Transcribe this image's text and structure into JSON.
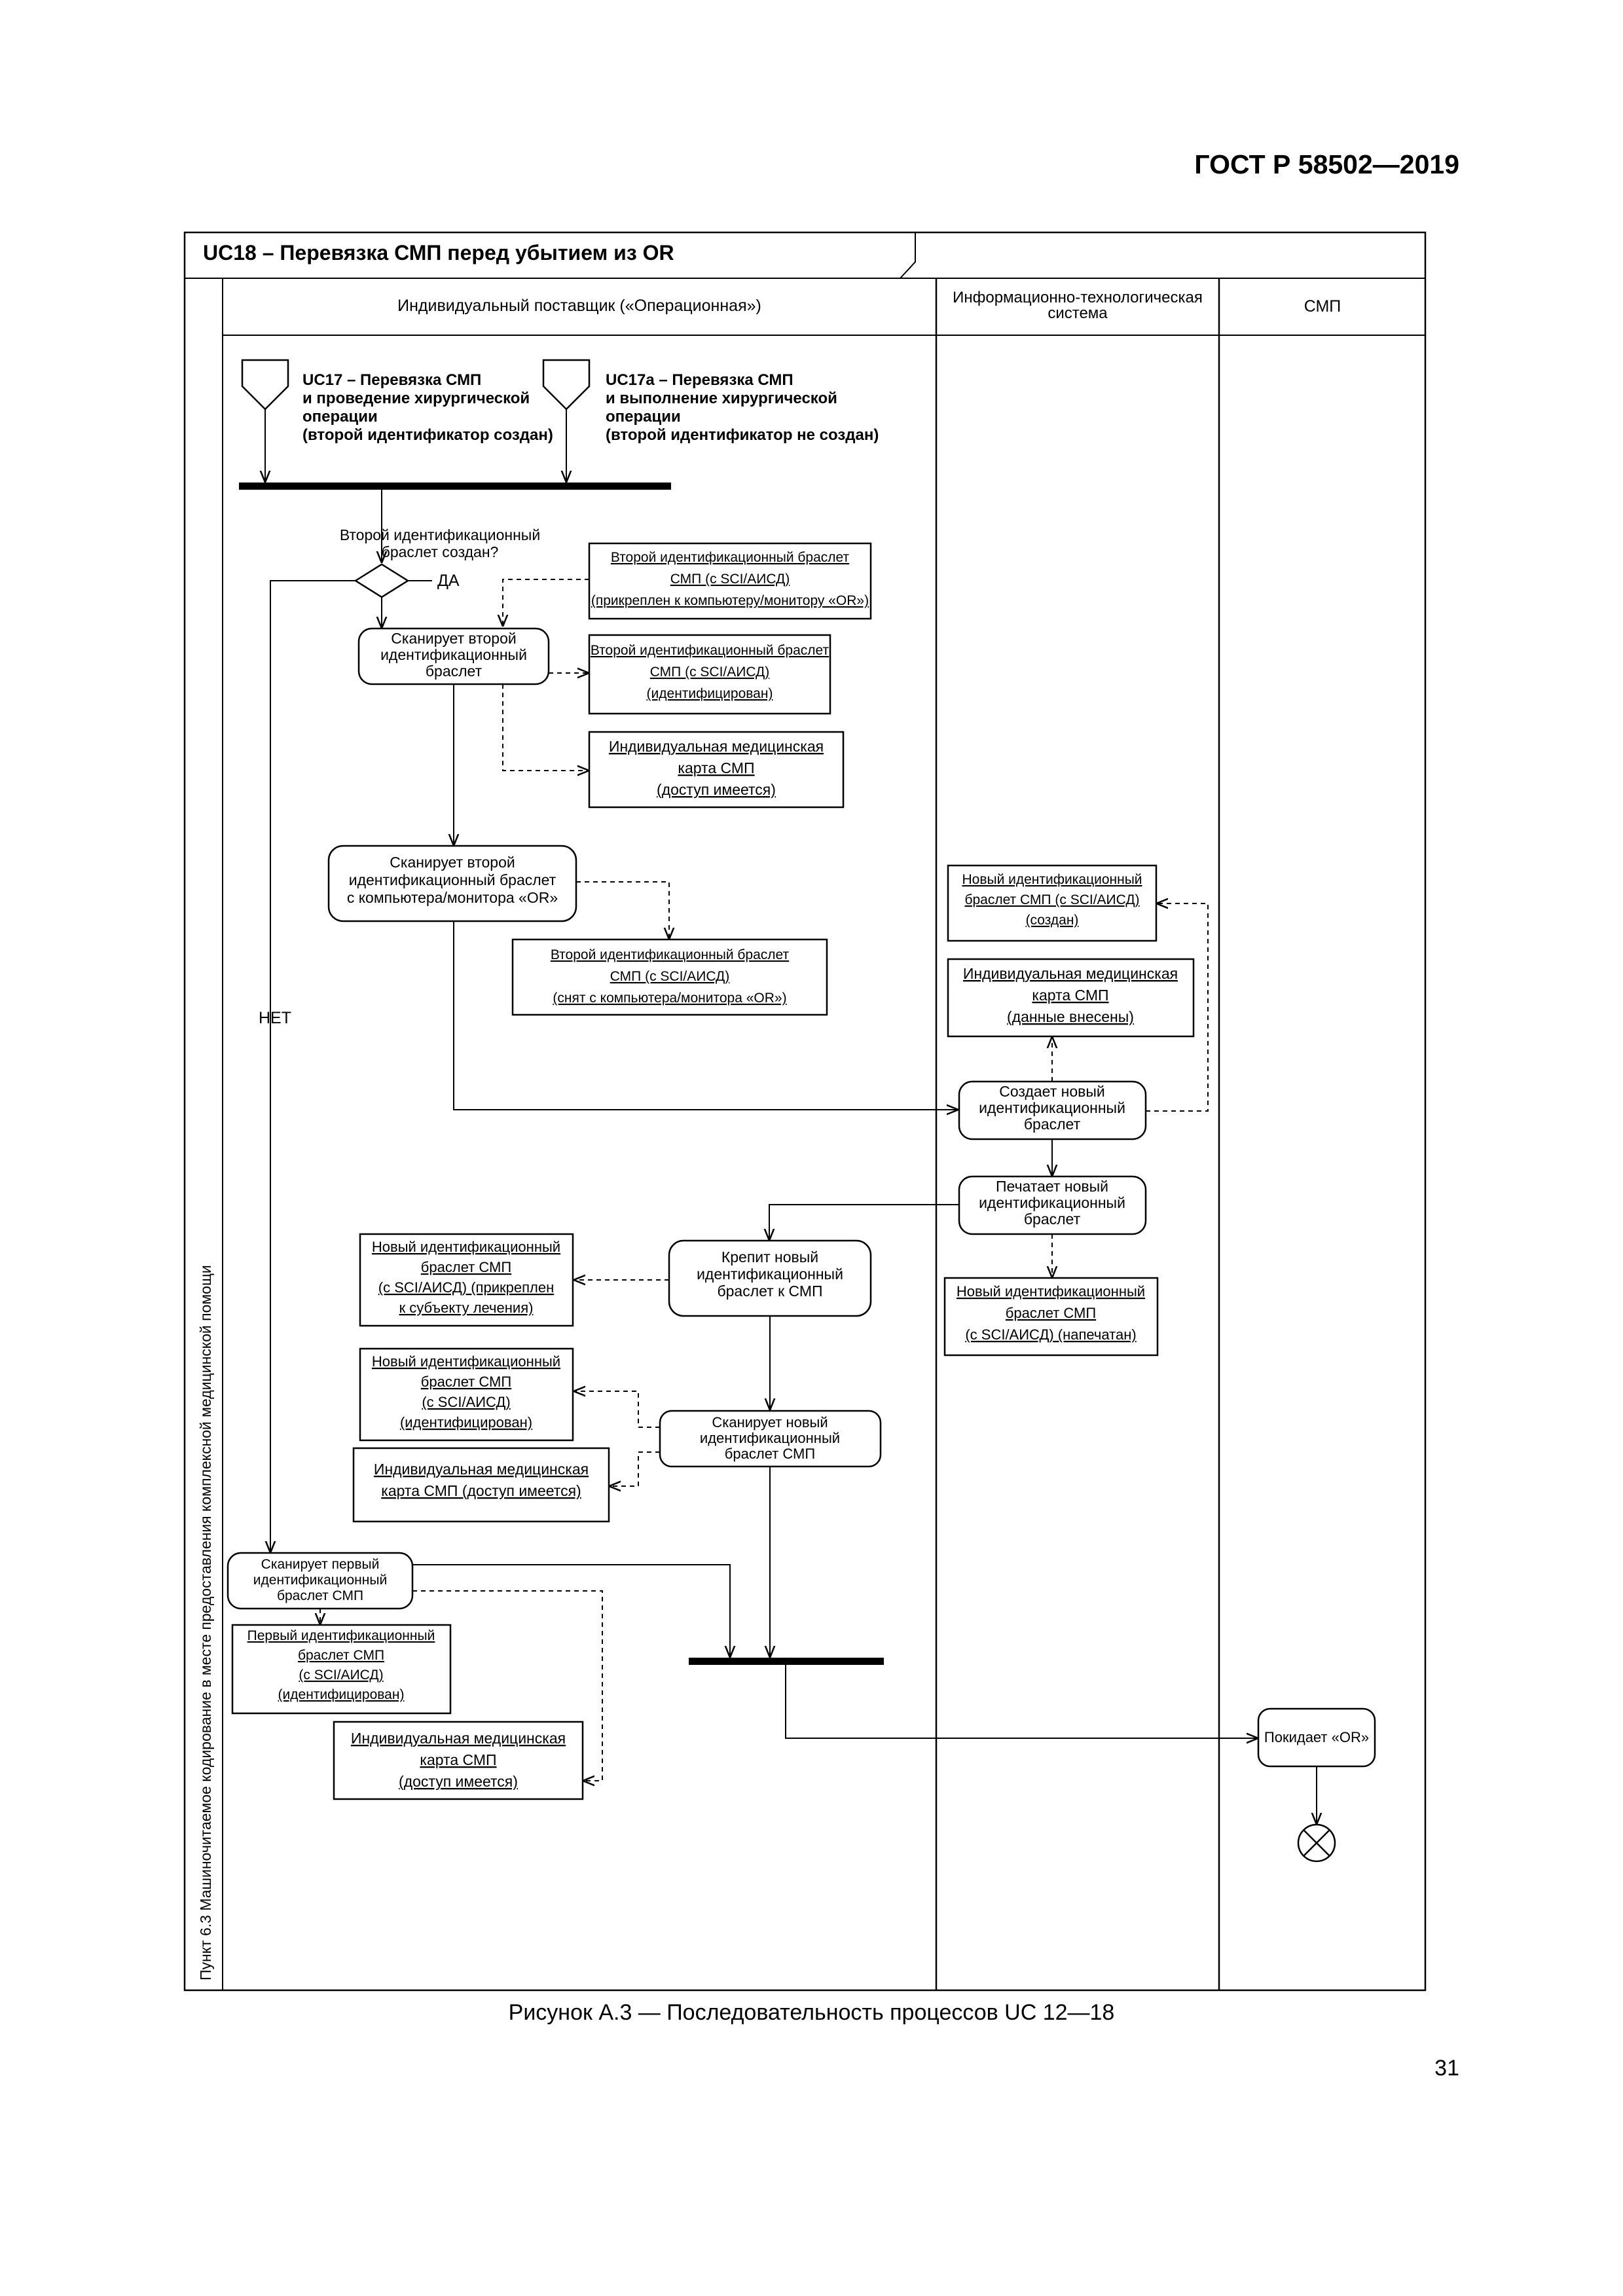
{
  "header": {
    "standard": "ГОСТ Р 58502—2019"
  },
  "diagram": {
    "title": "UC18 – Перевязка СМП перед убытием из OR",
    "side_label": "Пункт 6.3 Машиночитаемое кодирование в месте предоставления комплексной медицинской помощи",
    "lanes": {
      "provider": "Индивидуальный поставщик («Операционная»)",
      "its": [
        "Информационно-технологическая",
        "система"
      ],
      "smp": "СМП"
    },
    "start_nodes": {
      "uc17": [
        "UC17 – Перевязка СМП",
        "и проведение хирургической",
        "операции",
        "(второй идентификатор создан)"
      ],
      "uc17a": [
        "UC17a – Перевязка СМП",
        "и выполнение хирургической",
        "операции",
        "(второй идентификатор не создан)"
      ]
    },
    "decision": {
      "question": [
        "Второй идентификационный",
        "браслет создан?"
      ],
      "yes": "ДА",
      "no": "НЕТ"
    },
    "actions": {
      "scan_second": [
        "Сканирует второй",
        "идентификационный",
        "браслет"
      ],
      "scan_second_monitor": [
        "Сканирует второй",
        "идентификационный браслет",
        "с компьютера/монитора «OR»"
      ],
      "create_new": [
        "Создает новый",
        "идентификационный",
        "браслет"
      ],
      "print_new": [
        "Печатает новый",
        "идентификационный",
        "браслет"
      ],
      "attach_new": [
        "Крепит новый",
        "идентификационный",
        "браслет к СМП"
      ],
      "scan_new": [
        "Сканирует новый",
        "идентификационный",
        "браслет СМП"
      ],
      "scan_first": [
        "Сканирует первый",
        "идентификационный",
        "браслет СМП"
      ],
      "leaves": "Покидает «OR»"
    },
    "objects": {
      "o1": [
        "Второй идентификационный браслет",
        "СМП (с SCI/АИСД)",
        "(прикреплен к компьютеру/монитору «OR»)"
      ],
      "o2": [
        "Второй идентификационный браслет",
        "СМП (с SCI/АИСД)",
        "(идентифицирован)"
      ],
      "o3": [
        "Индивидуальная медицинская",
        "карта СМП",
        "(доступ имеется)"
      ],
      "o4": [
        "Второй идентификационный браслет",
        "СМП (с SCI/АИСД)",
        "(снят с компьютера/монитора «OR»)"
      ],
      "o5": [
        "Новый идентификационный",
        "браслет СМП (с SCI/АИСД)",
        "(создан)"
      ],
      "o6": [
        "Индивидуальная медицинская",
        "карта СМП",
        "(данные внесены)"
      ],
      "o7": [
        "Новый идентификационный",
        "браслет СМП",
        "(с SCI/АИСД) (напечатан)"
      ],
      "o8": [
        "Новый идентификационный",
        "браслет СМП",
        "(с SCI/АИСД) (прикреплен",
        "к субъекту лечения)"
      ],
      "o9": [
        "Новый идентификационный",
        "браслет СМП",
        "(с SCI/АИСД)",
        "(идентифицирован)"
      ],
      "o10": [
        "Индивидуальная медицинская",
        "карта СМП (доступ имеется)"
      ],
      "o11": [
        "Первый идентификационный",
        "браслет СМП",
        "(с SCI/АИСД)",
        "(идентифицирован)"
      ],
      "o12": [
        "Индивидуальная медицинская",
        "карта СМП",
        "(доступ имеется)"
      ]
    }
  },
  "caption": "Рисунок А.3 — Последовательность процессов UC 12—18",
  "page_number": "31"
}
